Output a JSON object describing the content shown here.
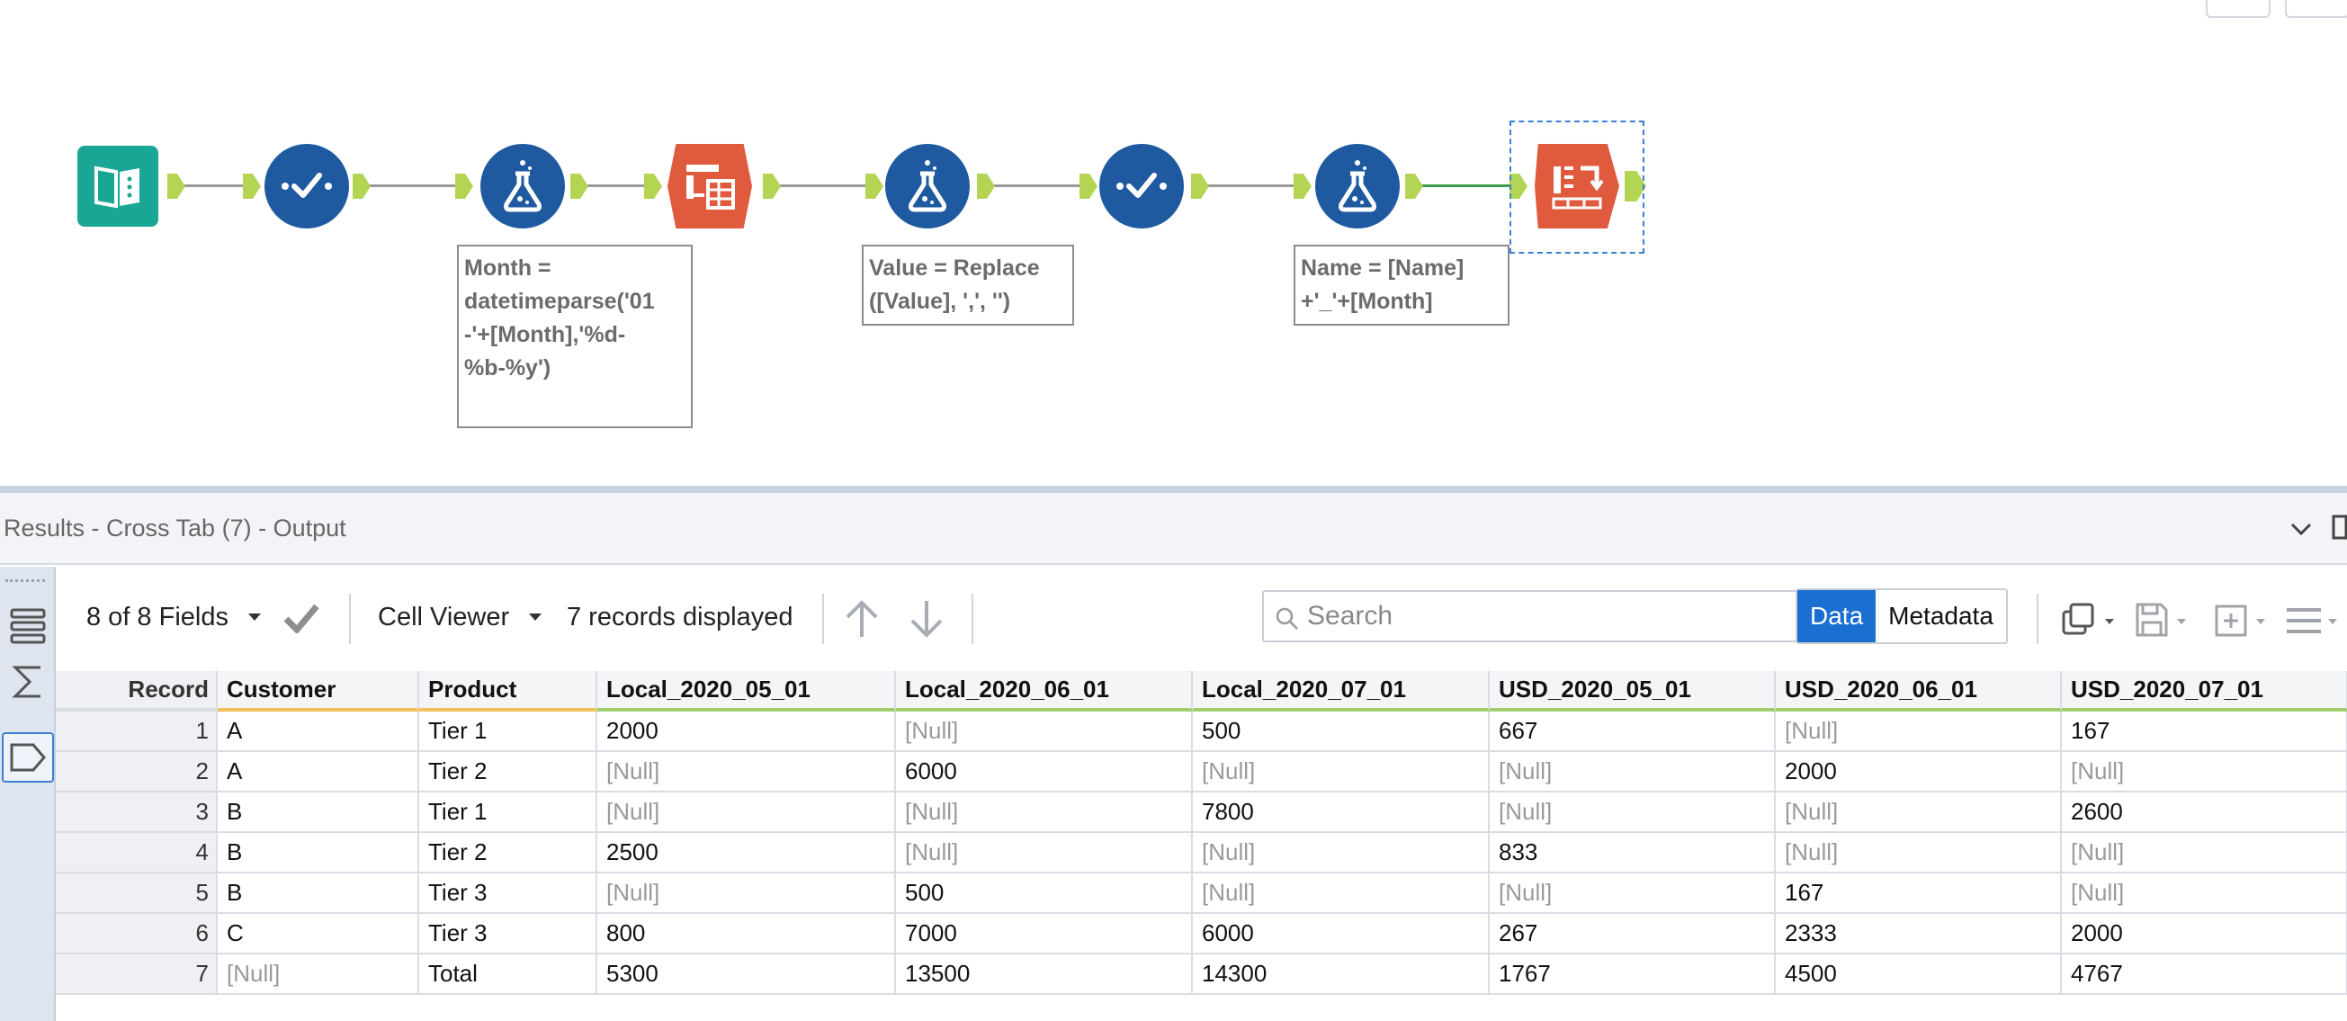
{
  "workflow": {
    "annotations": {
      "month_formula": "Month =\ndatetimeparse('01\n-'+[Month],'%d-\n%b-%y')",
      "value_formula": "Value = Replace\n([Value], ',', '')",
      "name_formula": "Name = [Name]\n+'_'+[Month]"
    }
  },
  "results": {
    "title": "Results - Cross Tab (7) - Output"
  },
  "toolbar": {
    "fields_label": "8 of 8 Fields",
    "cell_viewer_label": "Cell Viewer",
    "records_label": "7 records displayed",
    "search_placeholder": "Search",
    "data_label": "Data",
    "metadata_label": "Metadata"
  },
  "colors": {
    "accent": "#1a6fd1",
    "tool_blue": "#1f5aa0",
    "tool_orange": "#e05a3e",
    "tool_teal": "#1aa694",
    "anchor_green": "#b4d454"
  },
  "grid": {
    "columns": [
      "Record",
      "Customer",
      "Product",
      "Local_2020_05_01",
      "Local_2020_06_01",
      "Local_2020_07_01",
      "USD_2020_05_01",
      "USD_2020_06_01",
      "USD_2020_07_01"
    ],
    "rows": [
      [
        "1",
        "A",
        "Tier 1",
        "2000",
        "[Null]",
        "500",
        "667",
        "[Null]",
        "167"
      ],
      [
        "2",
        "A",
        "Tier 2",
        "[Null]",
        "6000",
        "[Null]",
        "[Null]",
        "2000",
        "[Null]"
      ],
      [
        "3",
        "B",
        "Tier 1",
        "[Null]",
        "[Null]",
        "7800",
        "[Null]",
        "[Null]",
        "2600"
      ],
      [
        "4",
        "B",
        "Tier 2",
        "2500",
        "[Null]",
        "[Null]",
        "833",
        "[Null]",
        "[Null]"
      ],
      [
        "5",
        "B",
        "Tier 3",
        "[Null]",
        "500",
        "[Null]",
        "[Null]",
        "167",
        "[Null]"
      ],
      [
        "6",
        "C",
        "Tier 3",
        "800",
        "7000",
        "6000",
        "267",
        "2333",
        "2000"
      ],
      [
        "7",
        "[Null]",
        "Total",
        "5300",
        "13500",
        "14300",
        "1767",
        "4500",
        "4767"
      ]
    ]
  }
}
